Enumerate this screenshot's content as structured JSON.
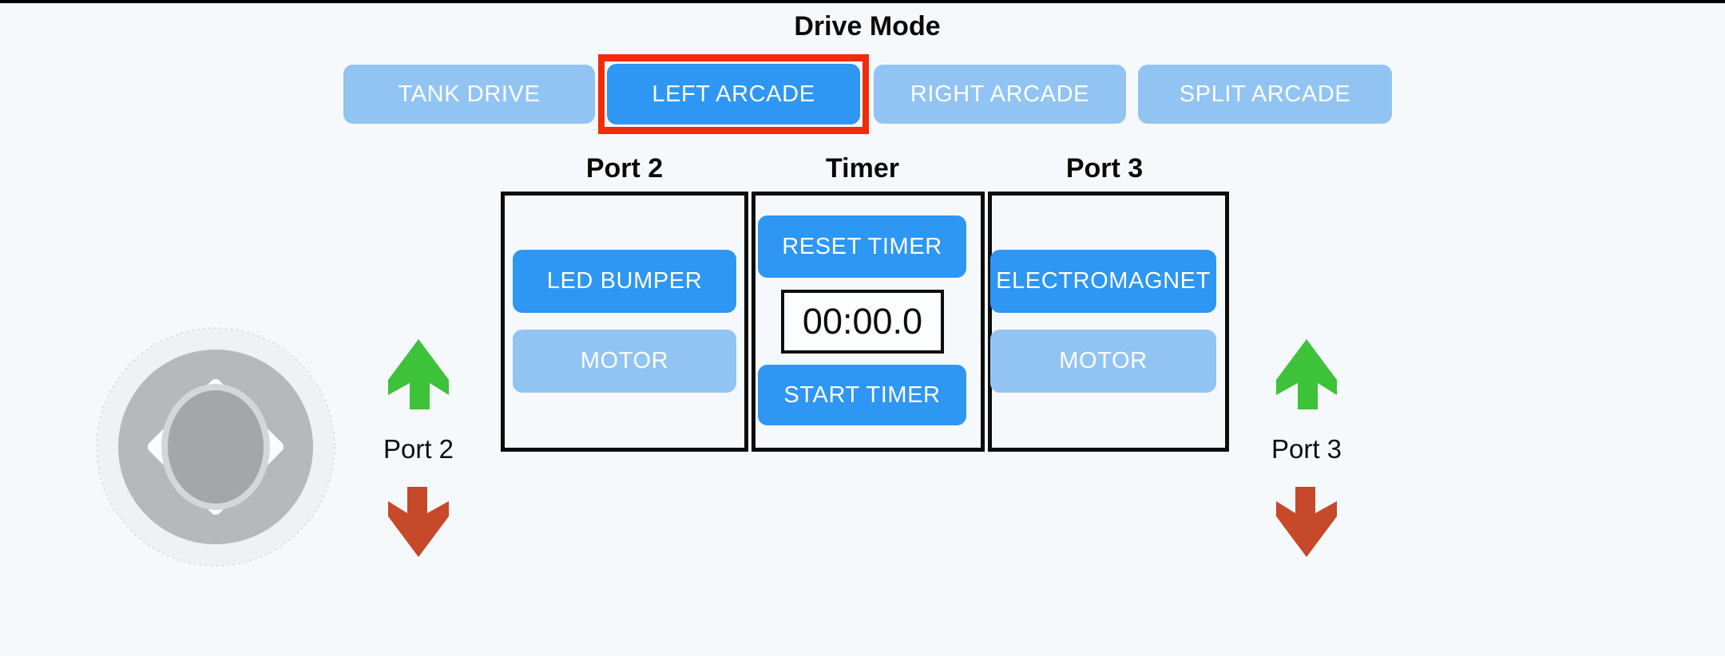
{
  "colors": {
    "background": "#f5f9fb",
    "top_bar": "#000000",
    "active_button": "#2e96f3",
    "inactive_button": "#92c4f3",
    "selected_outline": "#f22c0a",
    "up_arrow_green": "#3ec23a",
    "down_arrow_red": "#c6492a",
    "panel_border": "#0d0d0d",
    "button_text": "#ffffff",
    "timer_text": "#0d0d0d"
  },
  "drive_mode": {
    "title": "Drive Mode",
    "buttons": [
      {
        "label": "TANK DRIVE",
        "state": "inactive",
        "selected": false
      },
      {
        "label": "LEFT ARCADE",
        "state": "active",
        "selected": true
      },
      {
        "label": "RIGHT ARCADE",
        "state": "inactive",
        "selected": false
      },
      {
        "label": "SPLIT ARCADE",
        "state": "inactive",
        "selected": false
      }
    ]
  },
  "panels": {
    "port2": {
      "header": "Port 2",
      "device_button": {
        "label": "LED BUMPER",
        "state": "active"
      },
      "motor_button": {
        "label": "MOTOR",
        "state": "inactive"
      }
    },
    "timer": {
      "header": "Timer",
      "reset_button_label": "RESET TIMER",
      "display_value": "00:00.0",
      "start_button_label": "START TIMER"
    },
    "port3": {
      "header": "Port 3",
      "device_button": {
        "label": "ELECTROMAGNET",
        "state": "active"
      },
      "motor_button": {
        "label": "MOTOR",
        "state": "inactive"
      }
    }
  },
  "port_controls": {
    "left": {
      "label": "Port 2",
      "up_arrow": "green-up",
      "down_arrow": "red-down"
    },
    "right": {
      "label": "Port 3",
      "up_arrow": "green-up",
      "down_arrow": "red-down"
    }
  },
  "joystick": {
    "directions": [
      "up",
      "left",
      "right",
      "down"
    ]
  }
}
